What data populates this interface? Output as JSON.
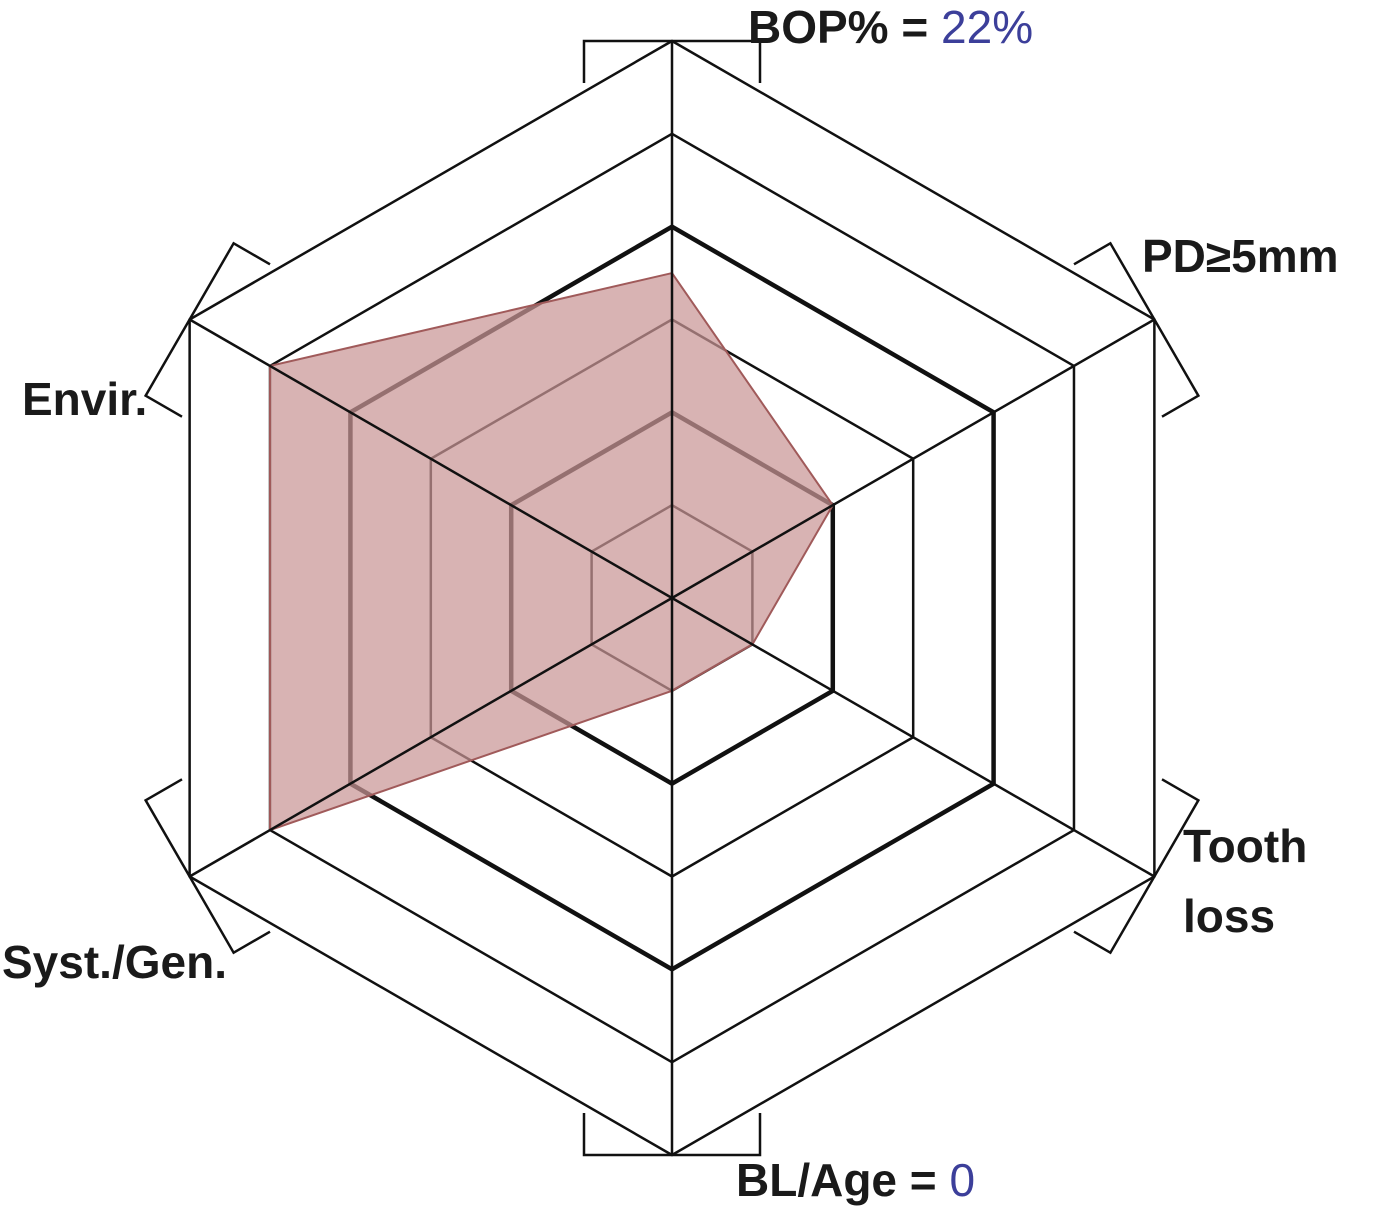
{
  "chart_data": {
    "type": "radar",
    "axes": [
      {
        "id": "bop",
        "label": "BOP%",
        "value_text": "22%",
        "score": 3.5
      },
      {
        "id": "pd",
        "label": "PD≥5mm",
        "value_text": "",
        "score": 2
      },
      {
        "id": "tooth",
        "label_lines": [
          "Tooth",
          "loss"
        ],
        "value_text": "",
        "score": 1
      },
      {
        "id": "blage",
        "label": "BL/Age",
        "value_text": "0",
        "score": 1
      },
      {
        "id": "syst",
        "label": "Syst./Gen.",
        "value_text": "",
        "score": 5
      },
      {
        "id": "envir",
        "label": "Envir.",
        "value_text": "",
        "score": 5
      }
    ],
    "scale_max": 6,
    "rings": 6,
    "bold_rings": [
      2,
      4
    ],
    "colors": {
      "fill": "#c99595",
      "outline": "#a05a5a",
      "value_text": "#3c3f9a",
      "grid": "#111111"
    }
  }
}
